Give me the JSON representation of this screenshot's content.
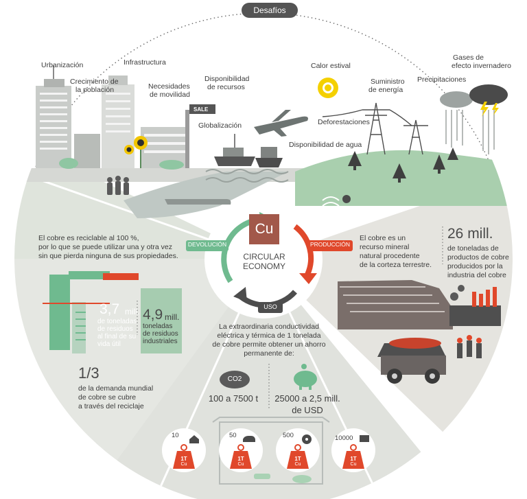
{
  "header": {
    "title": "Desafíos"
  },
  "challenges": {
    "urbanizacion": "Urbanización",
    "crecimiento_1": "Crecimiento de",
    "crecimiento_2": "la población",
    "infraestructura": "Infrastructura",
    "movilidad_1": "Necesidades",
    "movilidad_2": "de movilidad",
    "recursos_1": "Disponibilidad",
    "recursos_2": "de recursos",
    "globalizacion": "Globalización",
    "sale": "SALE",
    "calor": "Calor estival",
    "deforestaciones": "Deforestaciones",
    "agua": "Disponibilidad de agua",
    "energia_1": "Suministro",
    "energia_2": "de energía",
    "precipitaciones": "Precipitaciones",
    "gases_1": "Gases de",
    "gases_2": "efecto invernadero"
  },
  "cycle": {
    "symbol": "Cu",
    "center_1": "CIRCULAR",
    "center_2": "ECONOMY",
    "devolucion": "DEVOLUCIÓN",
    "produccion": "PRODUCCIÓN",
    "uso": "USO"
  },
  "left": {
    "recycle_1": "El cobre es reciclable al 100 %,",
    "recycle_2": "por lo que se puede utilizar una y otra vez",
    "recycle_3": "sin que pierda ninguna de sus propiedades.",
    "stat1_value": "3,7",
    "stat1_unit": "mill.",
    "stat1_desc_1": "de toneladas",
    "stat1_desc_2": "de residuos",
    "stat1_desc_3": "al final de su",
    "stat1_desc_4": "vida útil",
    "stat2_value": "4,9",
    "stat2_unit": "mill.",
    "stat2_desc_1": "toneladas",
    "stat2_desc_2": "de residuos",
    "stat2_desc_3": "industriales",
    "fraction": "1/3",
    "fraction_desc_1": "de la demanda mundial",
    "fraction_desc_2": "de cobre se cubre",
    "fraction_desc_3": "a través del reciclaje"
  },
  "right": {
    "mineral_1": "El cobre es un",
    "mineral_2": "recurso mineral",
    "mineral_3": "natural procedente",
    "mineral_4": "de la corteza terrestre.",
    "prod_value": "26 mill.",
    "prod_desc_1": "de toneladas de",
    "prod_desc_2": "productos de cobre",
    "prod_desc_3": "producidos por la",
    "prod_desc_4": "industria del cobre"
  },
  "bottom": {
    "savings_1": "La extraordinaria conductividad",
    "savings_2": "eléctrica y térmica de 1 tonelada",
    "savings_3": "de cobre permite obtener un ahorro",
    "savings_4": "permanente de:",
    "co2_label": "CO2",
    "co2_value": "100 a 7500 t",
    "usd_value_1": "25000 a 2,5 mill.",
    "usd_value_2": "de USD",
    "weights": [
      {
        "count": "10",
        "tag": "1T",
        "sub": "Cu"
      },
      {
        "count": "50",
        "tag": "1T",
        "sub": "Cu"
      },
      {
        "count": "500",
        "tag": "1T",
        "sub": "Cu"
      },
      {
        "count": "10000",
        "tag": "1T",
        "sub": "Cu"
      }
    ]
  },
  "colors": {
    "accent_red": "#e0482b",
    "accent_green": "#6fba8f",
    "dark_gray": "#4f4f4f",
    "soft_gray": "#ececec",
    "copper": "#a2584a"
  }
}
